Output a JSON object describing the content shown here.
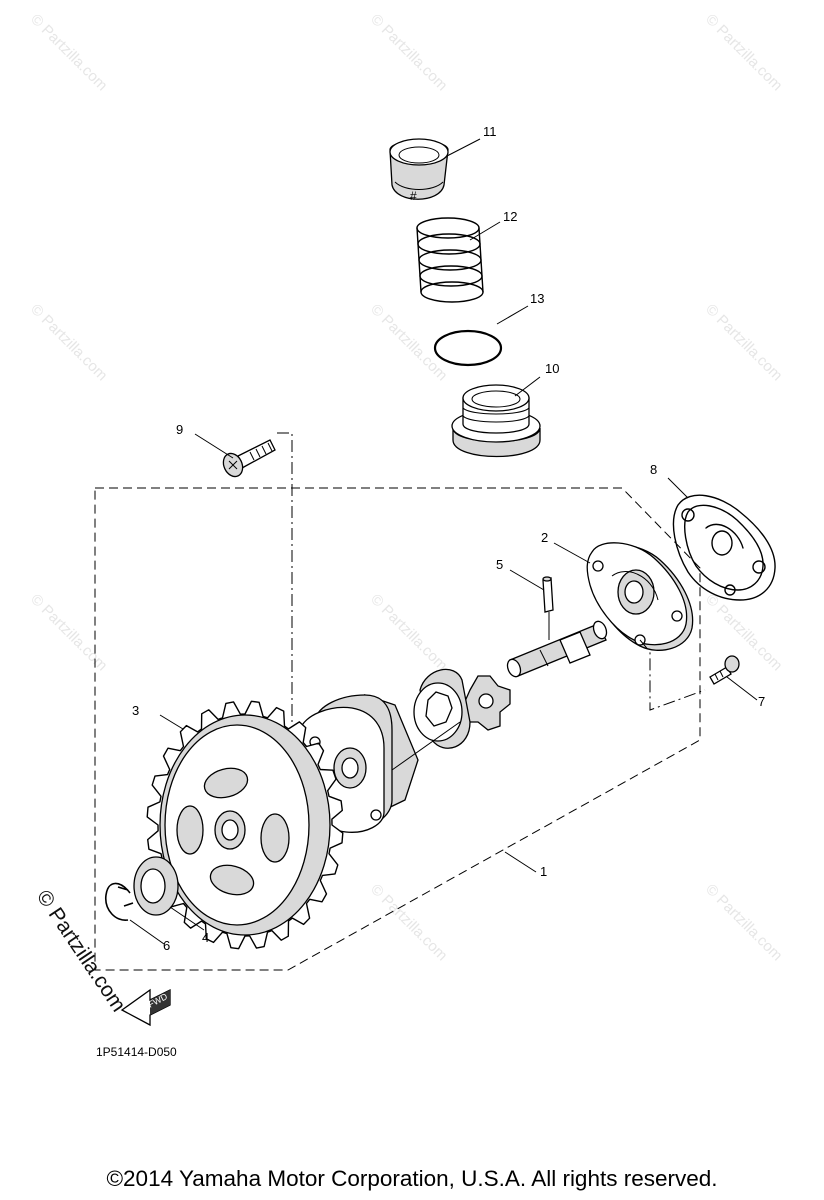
{
  "watermark": {
    "text": "© Partzilla.com"
  },
  "callouts": [
    {
      "id": "1",
      "label": "1"
    },
    {
      "id": "2",
      "label": "2"
    },
    {
      "id": "3",
      "label": "3"
    },
    {
      "id": "4",
      "label": "4"
    },
    {
      "id": "5",
      "label": "5"
    },
    {
      "id": "6",
      "label": "6"
    },
    {
      "id": "7",
      "label": "7"
    },
    {
      "id": "8",
      "label": "8"
    },
    {
      "id": "9",
      "label": "9"
    },
    {
      "id": "10",
      "label": "10"
    },
    {
      "id": "11",
      "label": "11"
    },
    {
      "id": "12",
      "label": "12"
    },
    {
      "id": "13",
      "label": "13"
    }
  ],
  "fwd_label": "FWD",
  "diagram_code": "1P51414-D050",
  "copyright": "©2014  Yamaha Motor Corporation, U.S.A. All rights reserved."
}
